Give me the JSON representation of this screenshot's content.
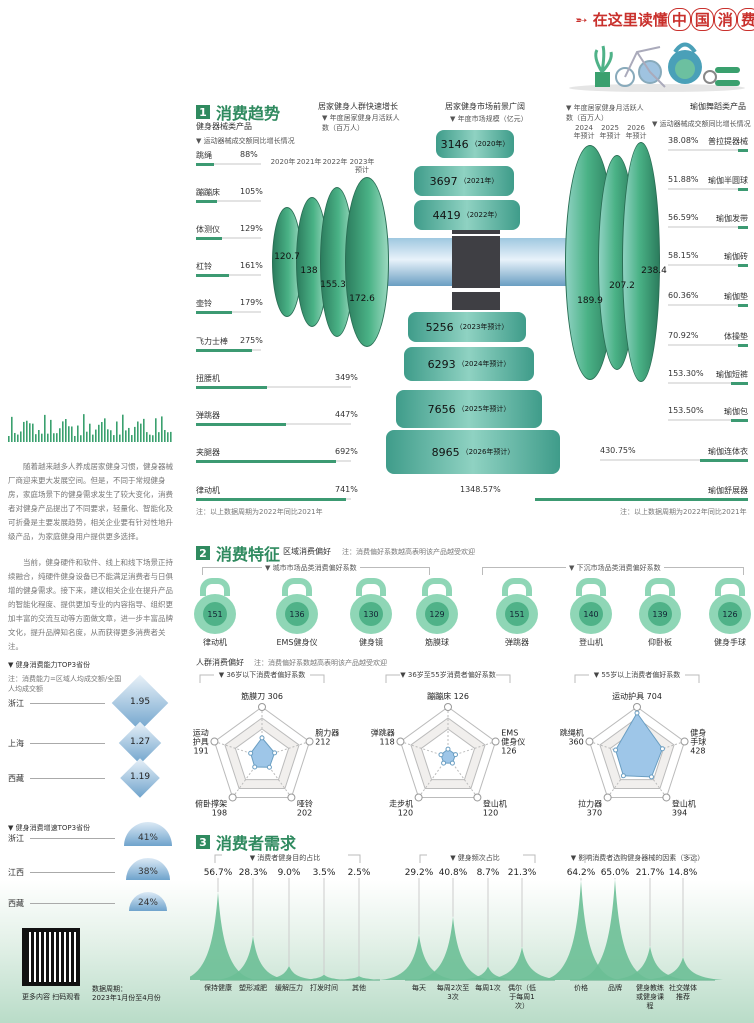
{
  "brand": {
    "prefix": "在这里读懂",
    "circled": [
      "中",
      "国",
      "消",
      "费"
    ]
  },
  "left": {
    "paragraphs": [
      "随着越来越多人养成居家健身习惯，健身器械厂商迎来更大发展空间。但是，不同于常规健身房，家庭场景下的健身需求发生了较大变化，消费者对健身产品提出了不同要求，轻量化、智能化及可折叠是主要发展趋势，相关企业要有针对性地升级产品，为家庭健身用户提供更多选择。",
      "当前，健身硬件和软件、线上和线下场景正持续融合，纯硬件健身设备已不能满足消费者与日俱增的健身需求。接下来，建议相关企业在提升产品的智能化程度、提供更加专业的内容指导、组织更加丰富的交流互动等方面做文章，进一步丰富品牌文化，提升品牌知名度，从而获得更多消费者关注。"
    ],
    "ability": {
      "title": "▼ 健身消费能力TOP3省份",
      "note": "注：消费能力=区域人均成交额/全国人均成交额",
      "items": [
        {
          "name": "浙江",
          "value": "1.95"
        },
        {
          "name": "上海",
          "value": "1.27"
        },
        {
          "name": "西藏",
          "value": "1.19"
        }
      ]
    },
    "growth": {
      "title": "▼ 健身消费增速TOP3省份",
      "items": [
        {
          "name": "浙江",
          "value": "41%"
        },
        {
          "name": "江西",
          "value": "38%"
        },
        {
          "name": "西藏",
          "value": "24%"
        }
      ]
    },
    "qr_caption": "更多内容 扫码观看",
    "period_label": "数据周期：",
    "period": "2023年1月份至4月份"
  },
  "s1": {
    "num": "1",
    "title": "消费趋势",
    "left_sub": "健身器械类产品",
    "left_legend": "▼ 运动器械成交额同比增长情况",
    "left_items": [
      {
        "name": "跳绳",
        "value": "88%",
        "v": 88
      },
      {
        "name": "蹦蹦床",
        "value": "105%",
        "v": 105
      },
      {
        "name": "体测仪",
        "value": "129%",
        "v": 129
      },
      {
        "name": "杠铃",
        "value": "161%",
        "v": 161
      },
      {
        "name": "壶铃",
        "value": "179%",
        "v": 179
      },
      {
        "name": "飞力士棒",
        "value": "275%",
        "v": 275
      },
      {
        "name": "扭腰机",
        "value": "349%",
        "v": 349
      },
      {
        "name": "弹跳器",
        "value": "447%",
        "v": 447
      },
      {
        "name": "夹腿器",
        "value": "692%",
        "v": 692
      },
      {
        "name": "律动机",
        "value": "741%",
        "v": 741
      }
    ],
    "left_note": "注：以上数据周期为2022年同比2021年",
    "users_title": "居家健身人群快速增长",
    "users_legend": "▼ 年度居家健身月活跃人数（百万人）",
    "plates_left": [
      {
        "year": "2020年",
        "value": "120.7"
      },
      {
        "year": "2021年",
        "value": "138"
      },
      {
        "year": "2022年",
        "value": "155.3"
      },
      {
        "year": "2023年预计",
        "value": "172.6"
      }
    ],
    "users_legend2": "▼ 年度居家健身月活跃人数（百万人）",
    "plates_right": [
      {
        "year": "2024年预计",
        "value": "189.9"
      },
      {
        "year": "2025年预计",
        "value": "207.2"
      },
      {
        "year": "2026年预计",
        "value": "238.4"
      }
    ],
    "market_title": "居家健身市场前景广阔",
    "market_legend": "▼ 年度市场规模（亿元）",
    "market": [
      {
        "value": "3146",
        "year": "（2020年）"
      },
      {
        "value": "3697",
        "year": "（2021年）"
      },
      {
        "value": "4419",
        "year": "（2022年）"
      },
      {
        "value": "5256",
        "year": "（2023年预计）"
      },
      {
        "value": "6293",
        "year": "（2024年预计）"
      },
      {
        "value": "7656",
        "year": "（2025年预计）"
      },
      {
        "value": "8965",
        "year": "（2026年预计）"
      }
    ],
    "right_sub": "瑜伽舞蹈类产品",
    "right_legend": "▼ 运动器械成交额同比增长情况",
    "right_items": [
      {
        "name": "普拉提器械",
        "value": "38.08%",
        "v": 38.08
      },
      {
        "name": "瑜伽半圆球",
        "value": "51.88%",
        "v": 51.88
      },
      {
        "name": "瑜伽发带",
        "value": "56.59%",
        "v": 56.59
      },
      {
        "name": "瑜伽砖",
        "value": "58.15%",
        "v": 58.15
      },
      {
        "name": "瑜伽垫",
        "value": "60.36%",
        "v": 60.36
      },
      {
        "name": "体操垫",
        "value": "70.92%",
        "v": 70.92
      },
      {
        "name": "瑜伽短裤",
        "value": "153.30%",
        "v": 153.3
      },
      {
        "name": "瑜伽包",
        "value": "153.50%",
        "v": 153.5
      },
      {
        "name": "瑜伽连体衣",
        "value": "430.75%",
        "v": 430.75
      },
      {
        "name": "瑜伽舒展器",
        "value": "1348.57%",
        "v": 1348.57
      }
    ],
    "right_note": "注：以上数据周期为2022年同比2021年"
  },
  "s2": {
    "num": "2",
    "title": "消费特征",
    "sub": "区域消费偏好",
    "note": "注：消费偏好系数越高表明该产品越受欢迎",
    "city_title": "▼ 城市市场品类消费偏好系数",
    "city": [
      {
        "name": "律动机",
        "value": "151"
      },
      {
        "name": "EMS健身仪",
        "value": "136"
      },
      {
        "name": "健身镜",
        "value": "130"
      },
      {
        "name": "筋膜球",
        "value": "129"
      }
    ],
    "rural_title": "▼ 下沉市场品类消费偏好系数",
    "rural": [
      {
        "name": "弹跳器",
        "value": "151"
      },
      {
        "name": "登山机",
        "value": "140"
      },
      {
        "name": "仰卧板",
        "value": "139"
      },
      {
        "name": "健身手球",
        "value": "126"
      }
    ],
    "crowd_sub": "人群消费偏好",
    "crowd_note": "注：消费偏好系数越高表明该产品越受欢迎",
    "radars": [
      {
        "title": "▼ 36岁以下消费者偏好系数",
        "items": [
          {
            "name": "筋膜刀",
            "value": 306
          },
          {
            "name": "腕力器",
            "value": 212
          },
          {
            "name": "哑铃",
            "value": 202
          },
          {
            "name": "俯卧撑架",
            "value": 198
          },
          {
            "name": "运动护具",
            "value": 191
          }
        ]
      },
      {
        "title": "▼ 36岁至55岁消费者偏好系数",
        "items": [
          {
            "name": "蹦蹦床",
            "value": 126
          },
          {
            "name": "EMS健身仪",
            "value": 126
          },
          {
            "name": "登山机",
            "value": 120
          },
          {
            "name": "走步机",
            "value": 120
          },
          {
            "name": "弹跳器",
            "value": 118
          }
        ]
      },
      {
        "title": "▼ 55岁以上消费者偏好系数",
        "items": [
          {
            "name": "运动护具",
            "value": 704
          },
          {
            "name": "健身手球",
            "value": 428
          },
          {
            "name": "登山机",
            "value": 394
          },
          {
            "name": "拉力器",
            "value": 370
          },
          {
            "name": "跳绳机",
            "value": 360
          }
        ]
      }
    ],
    "radar_max": 800
  },
  "s3": {
    "num": "3",
    "title": "消费者需求",
    "groups": [
      {
        "title": "▼ 消费者健身目的占比",
        "items": [
          {
            "name": "保持健康",
            "value": 56.7
          },
          {
            "name": "塑形减肥",
            "value": 28.3
          },
          {
            "name": "缓解压力",
            "value": 9.0
          },
          {
            "name": "打发时间",
            "value": 3.5
          },
          {
            "name": "其他",
            "value": 2.5
          }
        ]
      },
      {
        "title": "▼ 健身频次占比",
        "items": [
          {
            "name": "每天",
            "value": 29.2
          },
          {
            "name": "每周2次至3次",
            "value": 40.8
          },
          {
            "name": "每周1次",
            "value": 8.7
          },
          {
            "name": "偶尔（低于每周1次）",
            "value": 21.3
          }
        ]
      },
      {
        "title": "▼ 影响消费者选购健身器械的因素（多选）",
        "items": [
          {
            "name": "价格",
            "value": 64.2
          },
          {
            "name": "品牌",
            "value": 65.0
          },
          {
            "name": "健身教练或健身课程",
            "value": 21.7
          },
          {
            "name": "社交媒体推荐",
            "value": 14.8
          }
        ]
      }
    ]
  },
  "colors": {
    "green": "#2f8a5f",
    "peak": "#6cbf96",
    "radar": "#9ec6e8"
  }
}
